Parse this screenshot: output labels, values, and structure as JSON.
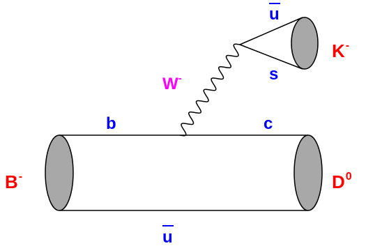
{
  "labels": {
    "b_quark": "b",
    "c_quark": "c",
    "anti_u_bottom": "u",
    "anti_u_top": "u",
    "s_quark": "s",
    "w_boson": "W",
    "w_charge": "-",
    "b_meson": "B",
    "b_charge": "-",
    "d_meson": "D",
    "d_charge": "0",
    "k_meson": "K",
    "k_charge": "-"
  },
  "colors": {
    "quark": "#0000ff",
    "meson": "#ff0000",
    "boson": "#ff00ff",
    "line": "#000000",
    "ellipse_fill": "#a8a8a8"
  }
}
